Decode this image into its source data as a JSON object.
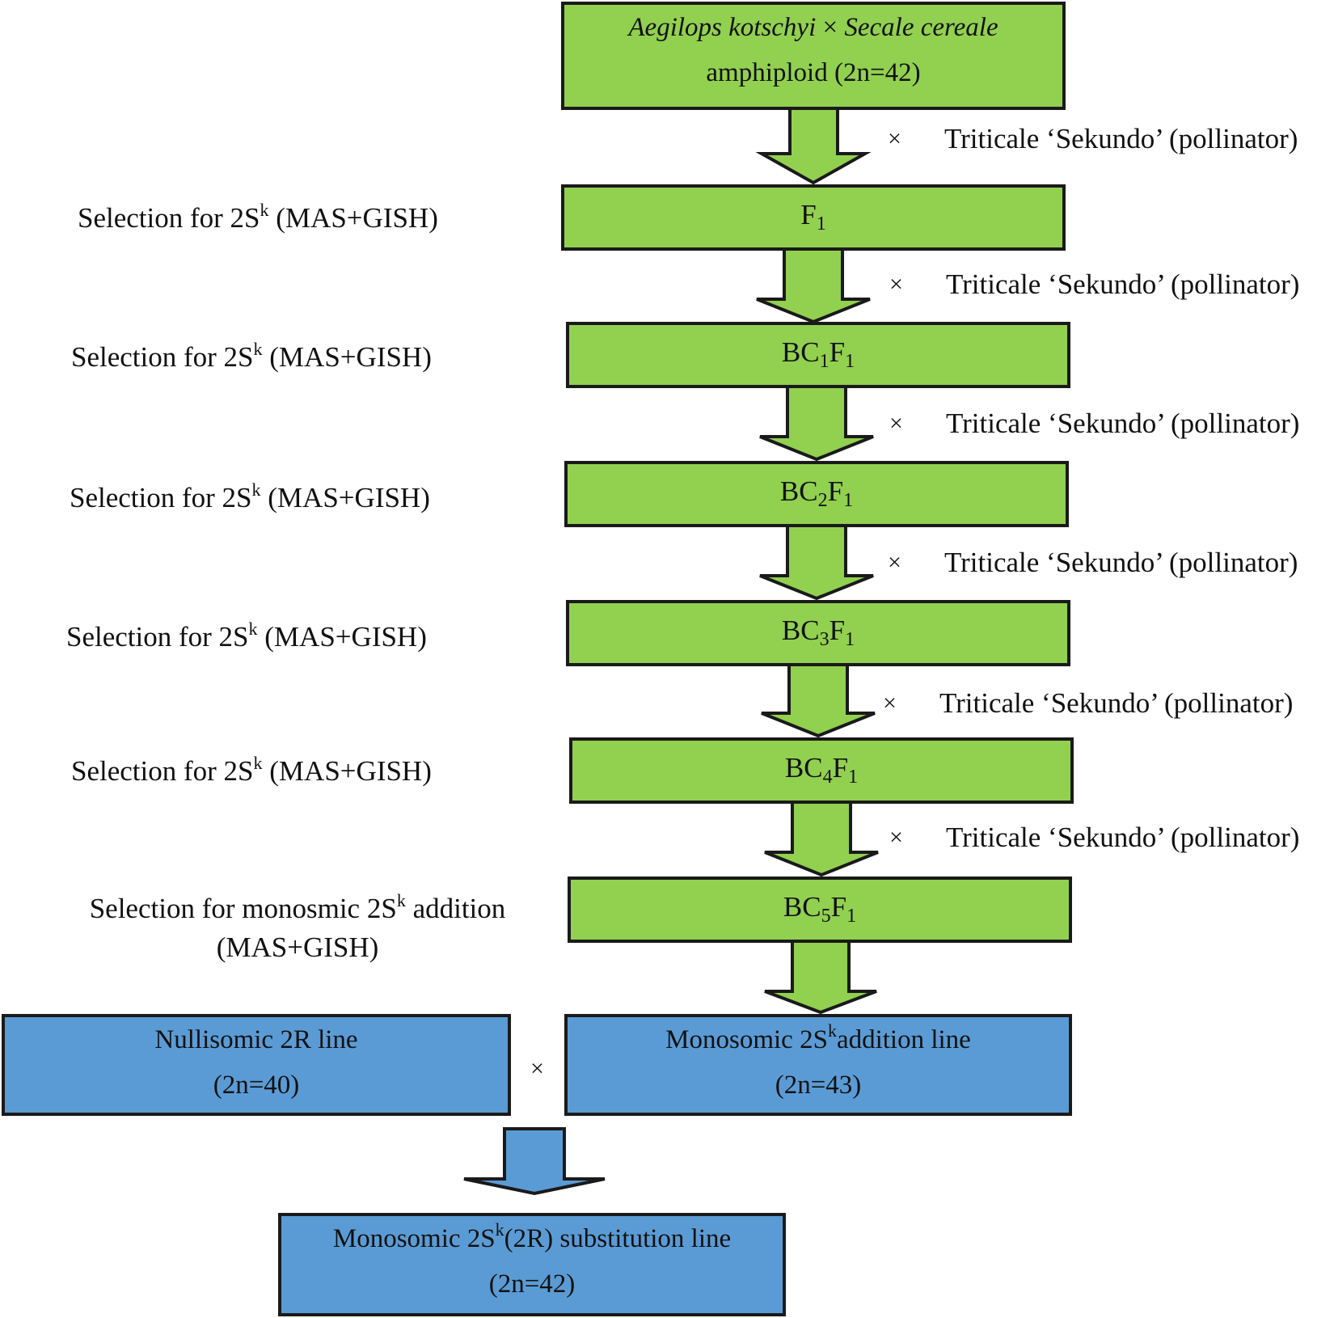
{
  "colors": {
    "generation_box": "#92d050",
    "line_box": "#5b9bd5",
    "border": "#1a1a1a"
  },
  "parent": {
    "species_a": "Aegilops kotschyi",
    "cross_sign": "×",
    "species_b": "Secale cereale",
    "line2": "amphiploid (2n=42)"
  },
  "cross_symbol": "×",
  "pollinator": "Triticale ‘Sekundo’ (pollinator)",
  "selection": {
    "prefix": "Selection for 2S",
    "sup": "k",
    "suffix": " (MAS+GISH)"
  },
  "generations": {
    "f1": {
      "main": "F",
      "sub": "1"
    },
    "bc1": {
      "a": "BC",
      "a_sub": "1",
      "b": "F",
      "b_sub": "1"
    },
    "bc2": {
      "a": "BC",
      "a_sub": "2",
      "b": "F",
      "b_sub": "1"
    },
    "bc3": {
      "a": "BC",
      "a_sub": "3",
      "b": "F",
      "b_sub": "1"
    },
    "bc4": {
      "a": "BC",
      "a_sub": "4",
      "b": "F",
      "b_sub": "1"
    },
    "bc5": {
      "a": "BC",
      "a_sub": "5",
      "b": "F",
      "b_sub": "1"
    }
  },
  "final_selection": {
    "prefix": "Selection for monosmic 2S",
    "sup": "k",
    "suffix": " addition",
    "line2": "(MAS+GISH)"
  },
  "nullisomic": {
    "line1": "Nullisomic 2R line",
    "line2": "(2n=40)"
  },
  "monosomic_addition": {
    "prefix": "Monosomic 2S",
    "sup": "k",
    "suffix": "addition line",
    "line2": "(2n=43)"
  },
  "substitution": {
    "prefix": "Monosomic 2S",
    "sup": "k",
    "suffix": "(2R) substitution line",
    "line2": "(2n=42)"
  }
}
